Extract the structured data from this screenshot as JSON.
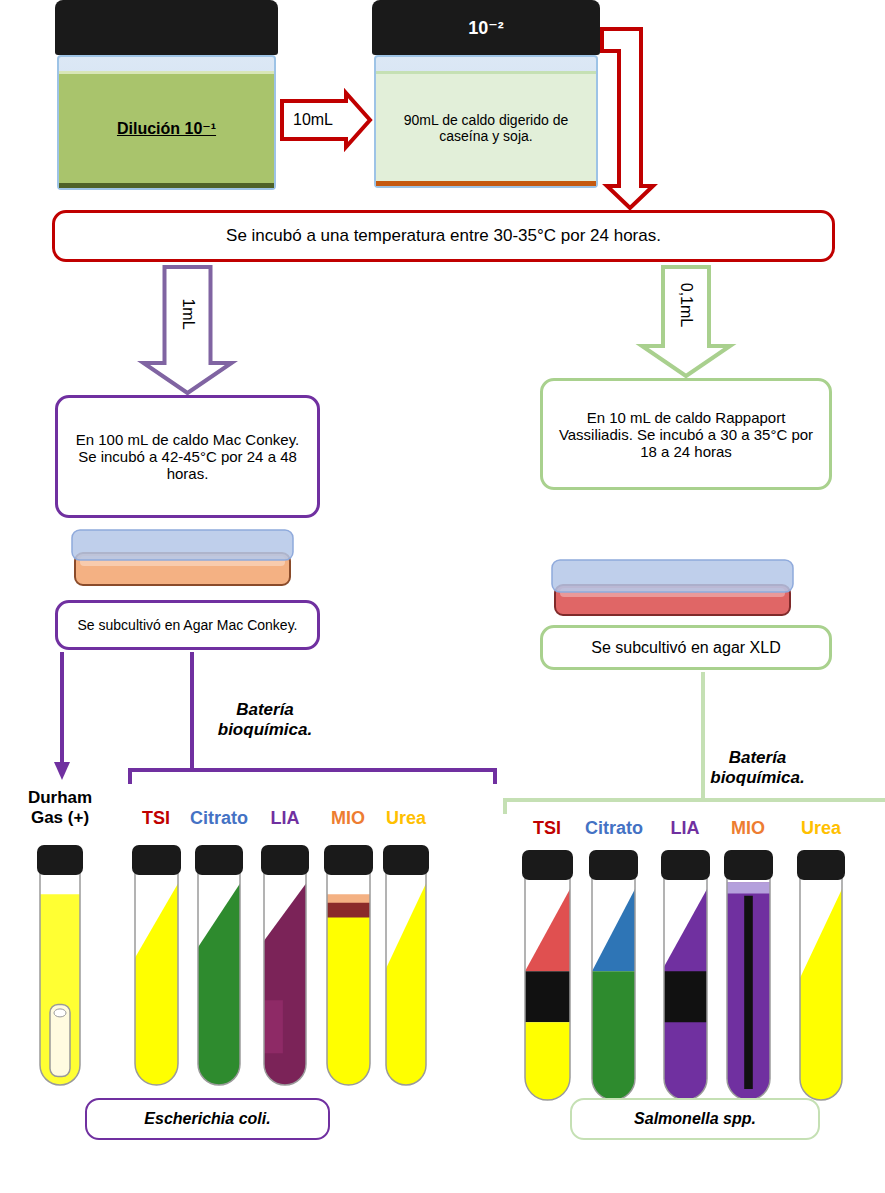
{
  "diagram": {
    "nodes": [
      {
        "text": [
          "Dilución 10⁻¹"
        ]
      },
      {
        "text": [
          "10⁻²",
          "90mL de caldo digerido de caseína y soja."
        ]
      },
      {
        "text": [
          "Se incubó a una temperatura entre 30-35°C por 24 horas."
        ]
      },
      {
        "text": [
          "En 100 mL de caldo Mac Conkey. Se incubó a 42-45°C por 24 a 48 horas."
        ]
      },
      {
        "text": [
          "En 10 mL de caldo Rappaport Vassiliadis. Se incubó a 30 a 35°C por 18 a 24 horas"
        ]
      },
      {
        "text": [
          "Se subcultivó en Agar Mac Conkey."
        ]
      },
      {
        "text": [
          "Se subcultivó en agar XLD"
        ]
      },
      {
        "text": [
          "Escherichia coli."
        ]
      },
      {
        "text": [
          "Salmonella spp."
        ]
      }
    ],
    "edges": [
      {
        "from": 0,
        "to": 1,
        "label": "10mL",
        "arrow": "to"
      },
      {
        "from": 1,
        "to": 2,
        "arrow": "to"
      },
      {
        "from": 2,
        "to": 3,
        "label": "1mL",
        "arrow": "to"
      },
      {
        "from": 2,
        "to": 4,
        "label": "0,1mL",
        "arrow": "to"
      }
    ],
    "labels": [
      "Batería bioquímica.",
      "Batería bioquímica.",
      "Durham Gas (+)",
      "TSI",
      "Citrato",
      "LIA",
      "MIO",
      "Urea",
      "TSI",
      "Citrato",
      "LIA",
      "MIO",
      "Urea"
    ]
  }
}
